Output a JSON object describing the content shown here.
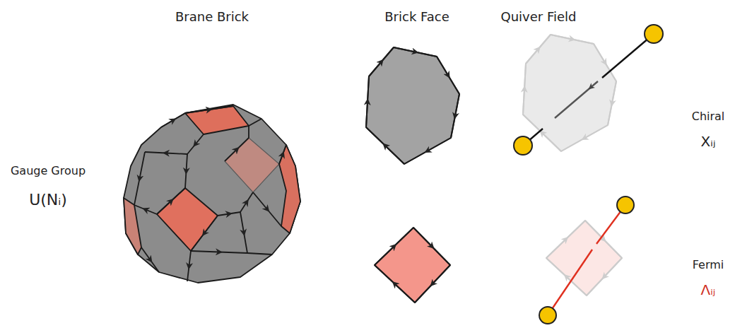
{
  "diagram": {
    "labels": [
      "Brane Brick",
      "Brick Face",
      "Quiver Field",
      "Gauge Group",
      "U(Nᵢ)",
      "Chiral",
      "Xᵢⱼ",
      "Fermi",
      "Λᵢⱼ"
    ]
  }
}
